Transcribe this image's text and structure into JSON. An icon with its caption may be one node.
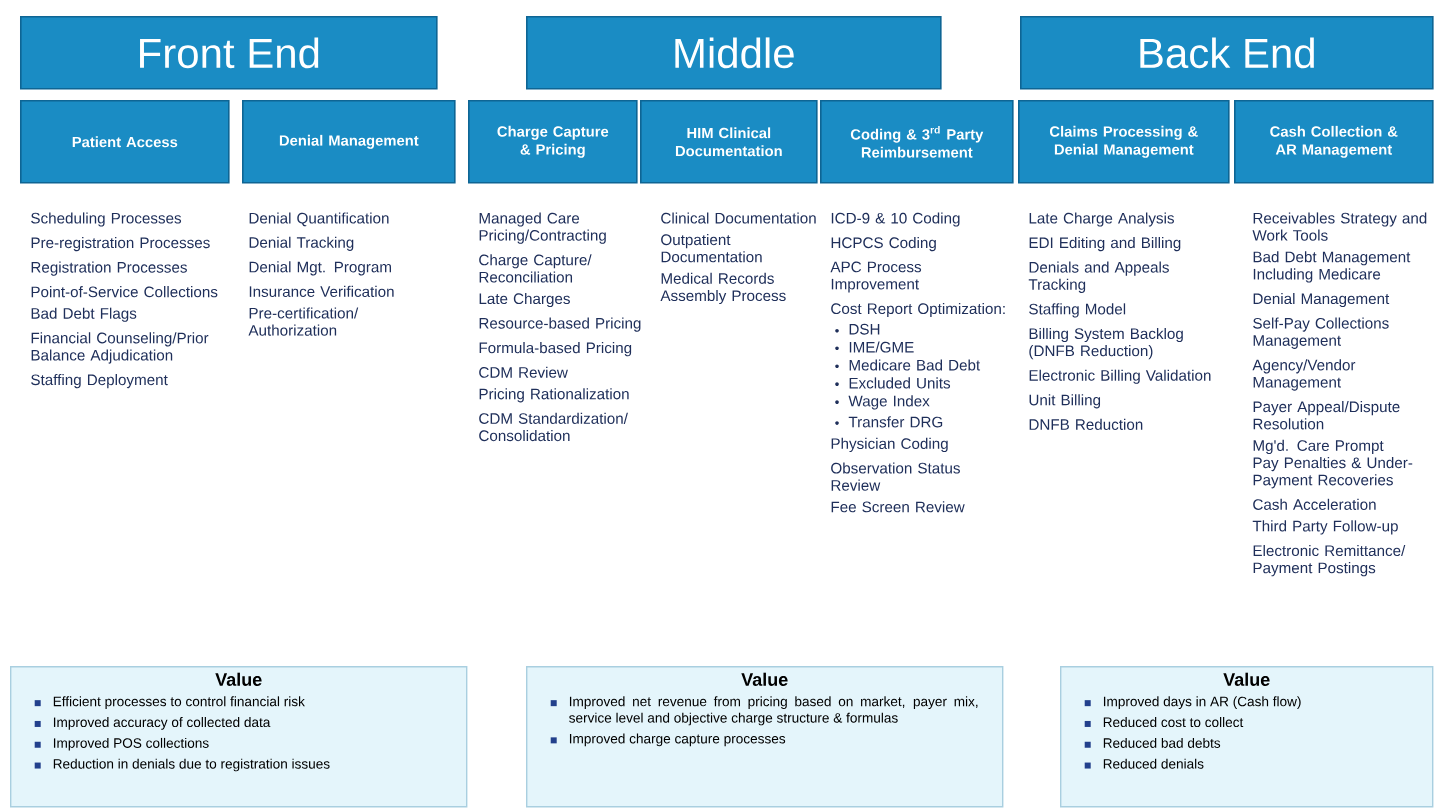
{
  "diagram": {
    "nodes": [
      {
        "text": [
          "Front End"
        ]
      },
      {
        "text": [
          "Middle"
        ]
      },
      {
        "text": [
          "Back End"
        ]
      },
      {
        "text": [
          "Patient Access"
        ],
        "beside": [
          "Scheduling Processes",
          "Pre-registration Processes",
          "Registration Processes",
          "Point-of-Service Collections",
          "Bad Debt Flags",
          "Financial Counseling/Prior Balance Adjudication",
          "Staffing Deployment"
        ]
      },
      {
        "text": [
          "Denial Management"
        ],
        "beside": [
          "Denial Quantification",
          "Denial Tracking",
          "Denial Mgt. Program",
          "Insurance Verification",
          "Pre-certification/ Authorization"
        ]
      },
      {
        "text": [
          "Charge Capture & Pricing"
        ],
        "beside": [
          "Managed Care Pricing/Contracting",
          "Charge Capture/ Reconciliation",
          "Late Charges",
          "Resource-based Pricing",
          "Formula-based Pricing",
          "CDM Review",
          "Pricing Rationalization",
          "CDM Standardization/ Consolidation"
        ]
      },
      {
        "text": [
          "HIM Clinical Documentation"
        ],
        "beside": [
          "Clinical Documentation",
          "Outpatient Documentation",
          "Medical Records Assembly Process"
        ]
      },
      {
        "text": [
          "Coding & 3$^{rd}$ Party Reimbursement"
        ],
        "beside": [
          "ICD-9 & 10 Coding",
          "HCPCS Coding",
          "APC Process Improvement",
          "Cost Report Optimization:",
          "DSH",
          "IME/GME",
          "Medicare Bad Debt",
          "Excluded Units",
          "Wage Index",
          "Transfer DRG",
          "Physician Coding",
          "Observation Status Review",
          "Fee Screen Review"
        ]
      },
      {
        "text": [
          "Claims Processing & Denial Management"
        ],
        "beside": [
          "Late Charge Analysis",
          "EDI Editing and Billing",
          "Denials and Appeals Tracking",
          "Staffing Model",
          "Billing System Backlog (DNFB Reduction)",
          "Electronic Billing Validation",
          "Unit Billing",
          "DNFB Reduction"
        ]
      },
      {
        "text": [
          "Cash Collection & AR Management"
        ],
        "beside": [
          "Receivables Strategy and Work Tools",
          "Bad Debt Management Including Medicare",
          "Denial Management",
          "Self-Pay Collections Management",
          "Agency/Vendor Management",
          "Payer Appeal/Dispute Resolution",
          "Mg'd. Care Prompt Pay Penalties & Under-Payment Recoveries",
          "Cash Acceleration",
          "Third Party Follow-up",
          "Electronic Remittance/ Payment Postings"
        ]
      },
      {
        "text": [
          "Value",
          "Efficient processes to control financial risk",
          "Improved accuracy of collected data",
          "Improved POS collections",
          "Reduction in denials due to registration issues"
        ]
      },
      {
        "text": [
          "Value",
          "Improved net revenue from pricing based on market, payer mix, service level and objective charge structure & formulas",
          "Improved charge capture processes"
        ]
      },
      {
        "text": [
          "Value",
          "Improved days in AR (Cash flow)",
          "Reduced cost to collect",
          "Reduced bad debts",
          "Reduced denials"
        ]
      }
    ]
  }
}
